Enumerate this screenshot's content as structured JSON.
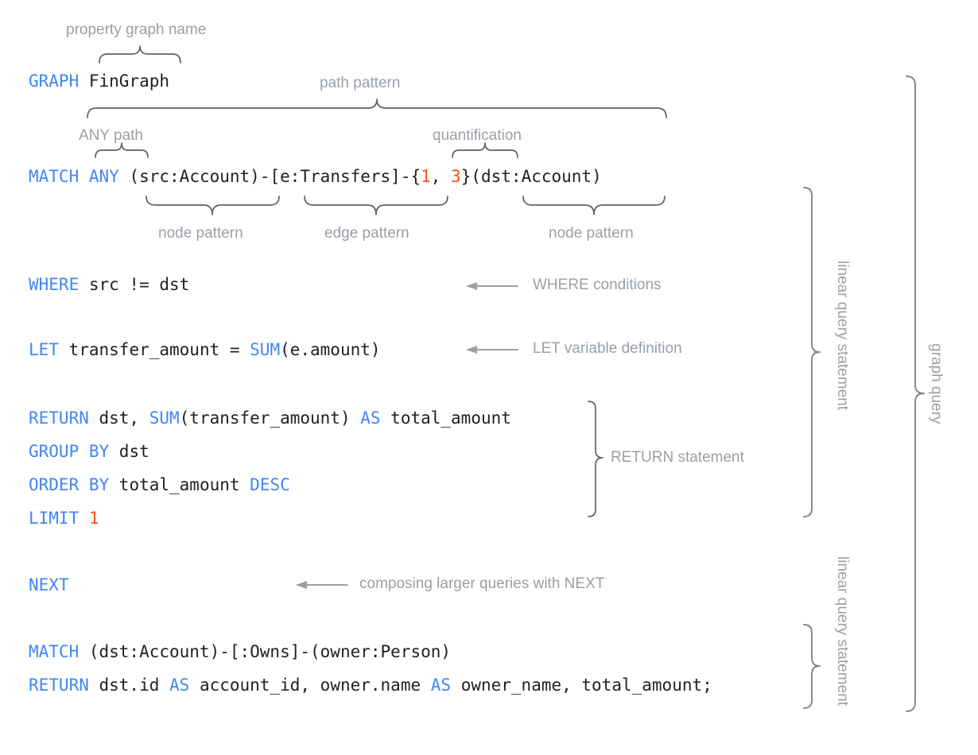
{
  "doc": {
    "title": "GQL graph query annotated diagram",
    "colors": {
      "keyword_blue": "#4285f4",
      "number_orange": "#f4511e",
      "code_text": "#202124",
      "annotation_gray": "#9aa0a6",
      "brace_gray": "#80868b",
      "background": "#ffffff"
    }
  },
  "code_lines": [
    {
      "id": "graph-line",
      "tokens": [
        {
          "t": "GRAPH",
          "c": "kw"
        },
        {
          "t": " FinGraph",
          "c": "pl"
        }
      ],
      "plain": "GRAPH FinGraph"
    },
    {
      "id": "match-line",
      "tokens": [
        {
          "t": "MATCH",
          "c": "kw"
        },
        {
          "t": " ",
          "c": "pl"
        },
        {
          "t": "ANY",
          "c": "kw"
        },
        {
          "t": " (src:Account)-[e:Transfers]-{",
          "c": "pl"
        },
        {
          "t": "1",
          "c": "num"
        },
        {
          "t": ", ",
          "c": "pl"
        },
        {
          "t": "3",
          "c": "num"
        },
        {
          "t": "}(dst:Account)",
          "c": "pl"
        }
      ],
      "plain": "MATCH ANY (src:Account)-[e:Transfers]-{1, 3}(dst:Account)"
    },
    {
      "id": "where-line",
      "tokens": [
        {
          "t": "WHERE",
          "c": "kw"
        },
        {
          "t": " src != dst",
          "c": "pl"
        }
      ],
      "plain": "WHERE src != dst"
    },
    {
      "id": "let-line",
      "tokens": [
        {
          "t": "LET",
          "c": "kw"
        },
        {
          "t": " transfer_amount = ",
          "c": "pl"
        },
        {
          "t": "SUM",
          "c": "kw"
        },
        {
          "t": "(e.amount)",
          "c": "pl"
        }
      ],
      "plain": "LET transfer_amount = SUM(e.amount)"
    },
    {
      "id": "return-line",
      "tokens": [
        {
          "t": "RETURN",
          "c": "kw"
        },
        {
          "t": " dst, ",
          "c": "pl"
        },
        {
          "t": "SUM",
          "c": "kw"
        },
        {
          "t": "(transfer_amount) ",
          "c": "pl"
        },
        {
          "t": "AS",
          "c": "kw"
        },
        {
          "t": " total_amount",
          "c": "pl"
        }
      ],
      "plain": "RETURN dst, SUM(transfer_amount) AS total_amount"
    },
    {
      "id": "groupby-line",
      "tokens": [
        {
          "t": "GROUP BY",
          "c": "kw"
        },
        {
          "t": " dst",
          "c": "pl"
        }
      ],
      "plain": "GROUP BY dst"
    },
    {
      "id": "orderby-line",
      "tokens": [
        {
          "t": "ORDER BY",
          "c": "kw"
        },
        {
          "t": " total_amount ",
          "c": "pl"
        },
        {
          "t": "DESC",
          "c": "kw"
        }
      ],
      "plain": "ORDER BY total_amount DESC"
    },
    {
      "id": "limit-line",
      "tokens": [
        {
          "t": "LIMIT",
          "c": "kw"
        },
        {
          "t": " ",
          "c": "pl"
        },
        {
          "t": "1",
          "c": "num"
        }
      ],
      "plain": "LIMIT 1"
    },
    {
      "id": "next-line",
      "tokens": [
        {
          "t": "NEXT",
          "c": "kw"
        }
      ],
      "plain": "NEXT"
    },
    {
      "id": "match2-line",
      "tokens": [
        {
          "t": "MATCH",
          "c": "kw"
        },
        {
          "t": " (dst:Account)-[:Owns]-(owner:Person)",
          "c": "pl"
        }
      ],
      "plain": "MATCH (dst:Account)-[:Owns]-(owner:Person)"
    },
    {
      "id": "return2-line",
      "tokens": [
        {
          "t": "RETURN",
          "c": "kw"
        },
        {
          "t": " dst.id ",
          "c": "pl"
        },
        {
          "t": "AS",
          "c": "kw"
        },
        {
          "t": " account_id, owner.name ",
          "c": "pl"
        },
        {
          "t": "AS",
          "c": "kw"
        },
        {
          "t": " owner_name, total_amount;",
          "c": "pl"
        }
      ],
      "plain": "RETURN dst.id AS account_id, owner.name AS owner_name, total_amount;"
    }
  ],
  "annotations": {
    "property_graph_name": "property graph name",
    "path_pattern": "path pattern",
    "any_path": "ANY path",
    "quantification": "quantification",
    "node_pattern_src": "node pattern",
    "edge_pattern": "edge pattern",
    "node_pattern_dst": "node pattern",
    "where_conditions": "WHERE conditions",
    "let_variable_definition": "LET variable definition",
    "return_statement": "RETURN statement",
    "composing_next": "composing larger queries with NEXT",
    "linear_query_statement_1": "linear query statement",
    "linear_query_statement_2": "linear query statement",
    "graph_query": "graph query"
  }
}
